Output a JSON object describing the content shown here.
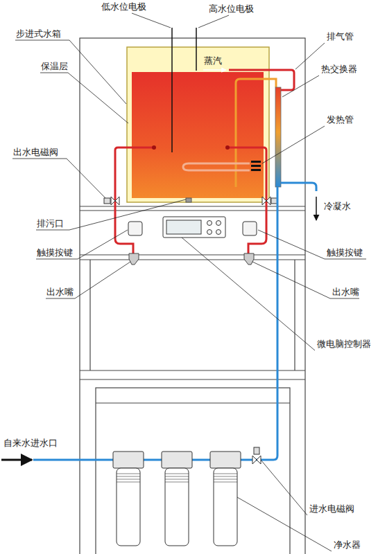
{
  "diagram": {
    "labels": [
      "低水位电极",
      "高水位电极",
      "步进式水箱",
      "排气管",
      "保温层",
      "蒸汽",
      "热交换器",
      "发热管",
      "出水电磁阀",
      "冷凝水",
      "排污口",
      "触摸按键",
      "触摸按键",
      "出水嘴",
      "出水嘴",
      "微电脑控制器",
      "自来水进水口",
      "进水电磁阀",
      "净水器"
    ]
  }
}
